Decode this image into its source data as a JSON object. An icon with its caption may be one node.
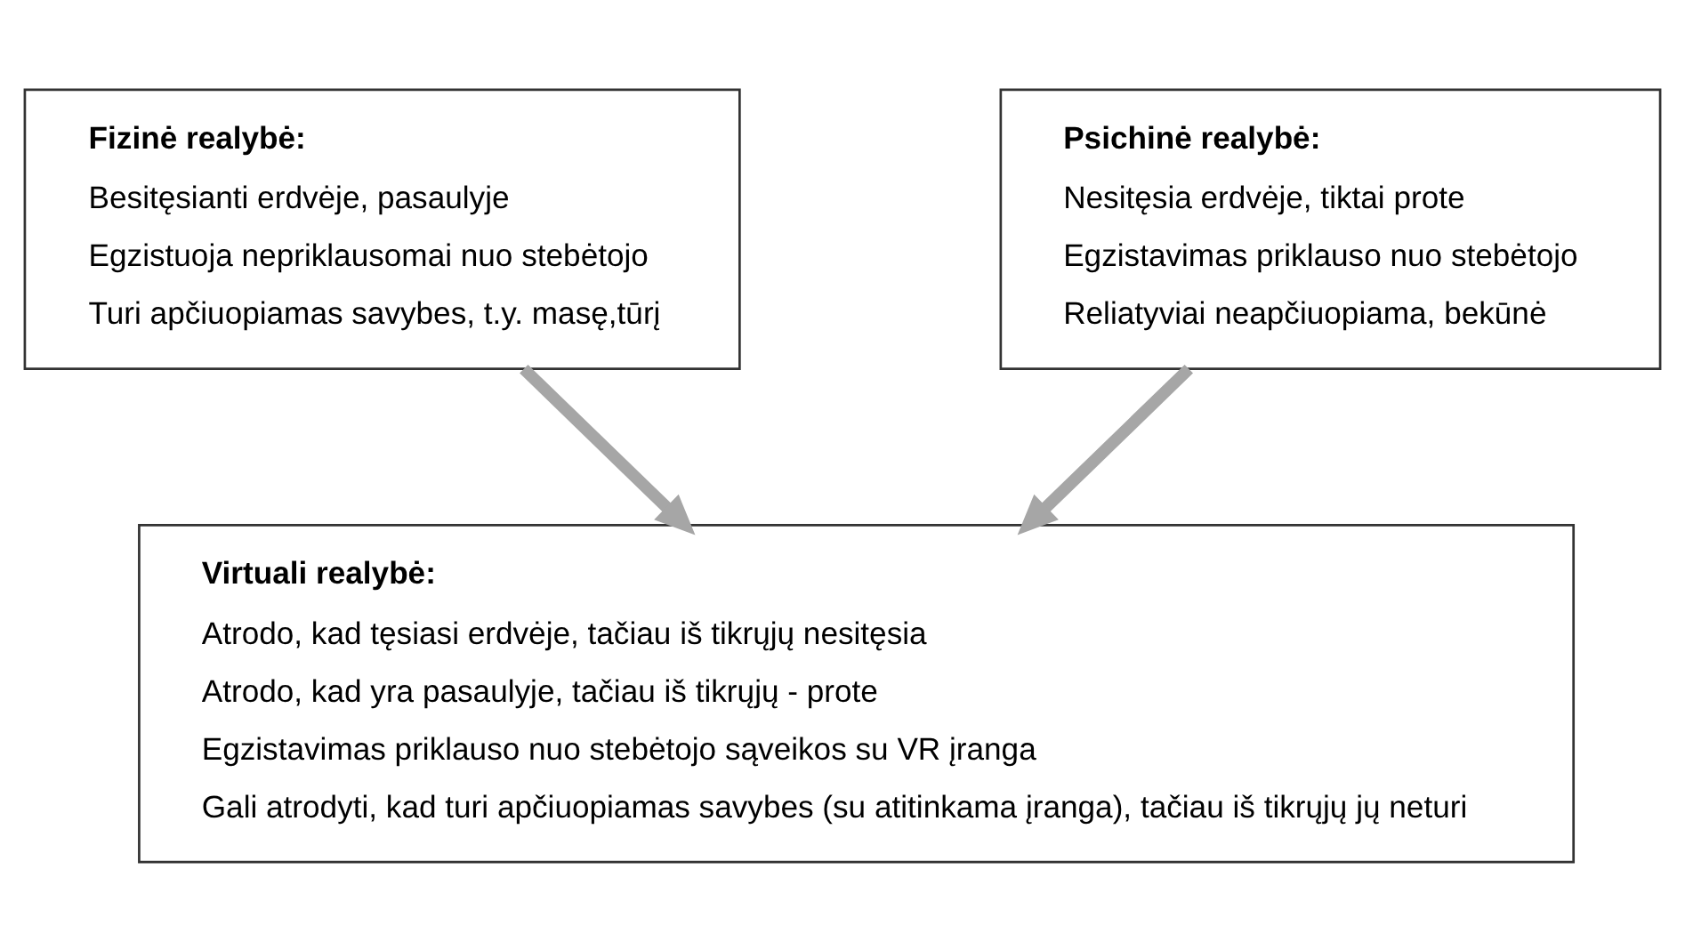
{
  "diagram": {
    "nodes": [
      {
        "text": [
          "Fizinė realybė:",
          "Besitęsianti erdvėje, pasaulyje",
          "Egzistuoja nepriklausomai nuo stebėtojo",
          "Turi apčiuopiamas savybes, t.y. masę,tūrį"
        ]
      },
      {
        "text": [
          "Psichinė realybė:",
          "Nesitęsia erdvėje, tiktai prote",
          "Egzistavimas priklauso nuo stebėtojo",
          "Reliatyviai neapčiuopiama, bekūnė"
        ]
      },
      {
        "text": [
          "Virtuali realybė:",
          "Atrodo, kad tęsiasi erdvėje, tačiau iš tikrųjų nesitęsia",
          "Atrodo, kad yra pasaulyje, tačiau iš tikrųjų - prote",
          "Egzistavimas priklauso nuo stebėtojo sąveikos su VR įranga",
          "Gali atrodyti, kad turi apčiuopiamas savybes (su atitinkama įranga), tačiau iš tikrųjų jų neturi"
        ]
      }
    ],
    "edges": [
      {
        "from": 0,
        "to": 2,
        "arrow": "to"
      },
      {
        "from": 1,
        "to": 2,
        "arrow": "to"
      }
    ]
  }
}
